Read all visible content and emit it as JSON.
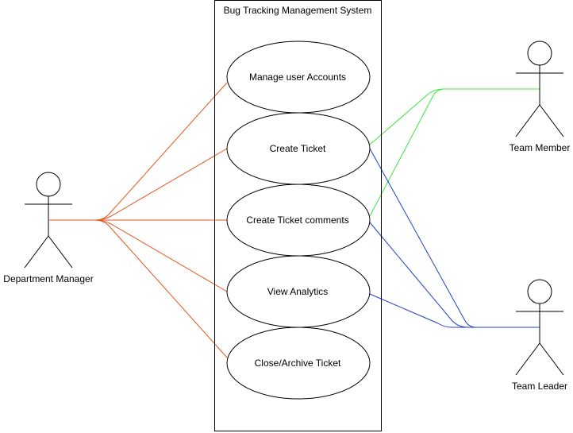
{
  "system": {
    "title": "Bug Tracking Management  System"
  },
  "use_cases": [
    {
      "id": "uc1",
      "label": "Manage user Accounts"
    },
    {
      "id": "uc2",
      "label": "Create Ticket"
    },
    {
      "id": "uc3",
      "label": "Create Ticket comments"
    },
    {
      "id": "uc4",
      "label": "View Analytics"
    },
    {
      "id": "uc5",
      "label": "Close/Archive Ticket"
    }
  ],
  "actors": [
    {
      "id": "dm",
      "label": "Department Manager"
    },
    {
      "id": "tm",
      "label": "Team Member"
    },
    {
      "id": "tl",
      "label": "Team Leader"
    }
  ],
  "associations": [
    {
      "actor": "dm",
      "use_case": "uc1",
      "color": "#e8551c"
    },
    {
      "actor": "dm",
      "use_case": "uc2",
      "color": "#e8551c"
    },
    {
      "actor": "dm",
      "use_case": "uc3",
      "color": "#e8551c"
    },
    {
      "actor": "dm",
      "use_case": "uc4",
      "color": "#e8551c"
    },
    {
      "actor": "dm",
      "use_case": "uc5",
      "color": "#e8551c"
    },
    {
      "actor": "tm",
      "use_case": "uc2",
      "color": "#3ee63e"
    },
    {
      "actor": "tm",
      "use_case": "uc3",
      "color": "#3ee63e"
    },
    {
      "actor": "tl",
      "use_case": "uc2",
      "color": "#1f3fc8"
    },
    {
      "actor": "tl",
      "use_case": "uc3",
      "color": "#1f3fc8"
    },
    {
      "actor": "tl",
      "use_case": "uc4",
      "color": "#1f3fc8"
    }
  ]
}
